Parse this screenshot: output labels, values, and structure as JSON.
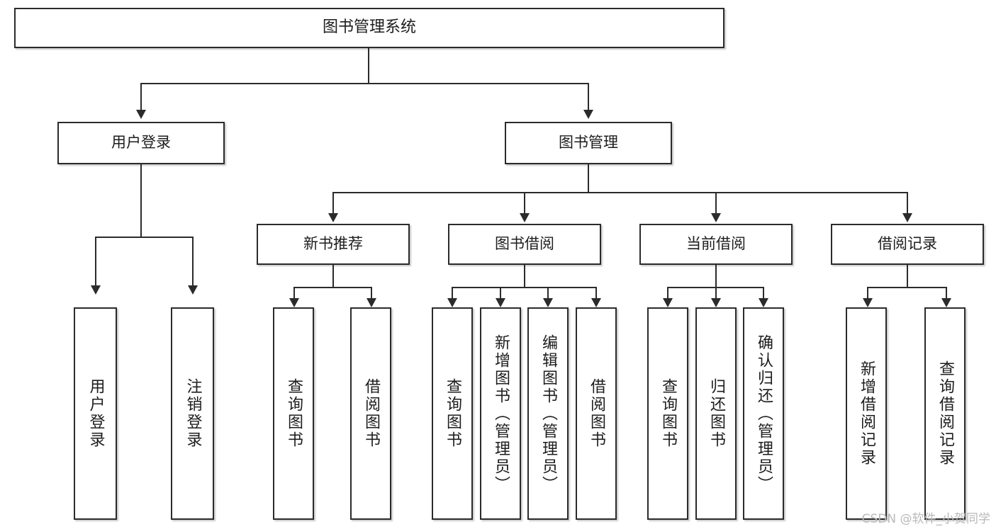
{
  "diagram": {
    "title": "图书管理系统",
    "type": "tree-hierarchy-diagram",
    "watermark": "CSDN @软件_小贺同学",
    "colors": {
      "background": "#ffffff",
      "box_border": "#2b2b2b",
      "box_fill": "#ffffff",
      "connector": "#2b2b2b",
      "text": "#1d1d1d",
      "watermark": "#b9b9b9"
    },
    "root": {
      "label": "图书管理系统"
    },
    "level2": [
      {
        "label": "用户登录"
      },
      {
        "label": "图书管理"
      }
    ],
    "level3": [
      {
        "label": "新书推荐"
      },
      {
        "label": "图书借阅"
      },
      {
        "label": "当前借阅"
      },
      {
        "label": "借阅记录"
      }
    ],
    "leaves": {
      "user_login": [
        {
          "label": "用户登录"
        },
        {
          "label": "注销登录"
        }
      ],
      "new_book_recommend": [
        {
          "label": "查询图书"
        },
        {
          "label": "借阅图书"
        }
      ],
      "book_borrow": [
        {
          "label": "查询图书"
        },
        {
          "label": "新增图书（管理员）"
        },
        {
          "label": "编辑图书（管理员）"
        },
        {
          "label": "借阅图书"
        }
      ],
      "current_borrow": [
        {
          "label": "查询图书"
        },
        {
          "label": "归还图书"
        },
        {
          "label": "确认归还（管理员）"
        }
      ],
      "borrow_record": [
        {
          "label": "新增借阅记录"
        },
        {
          "label": "查询借阅记录"
        }
      ]
    }
  }
}
